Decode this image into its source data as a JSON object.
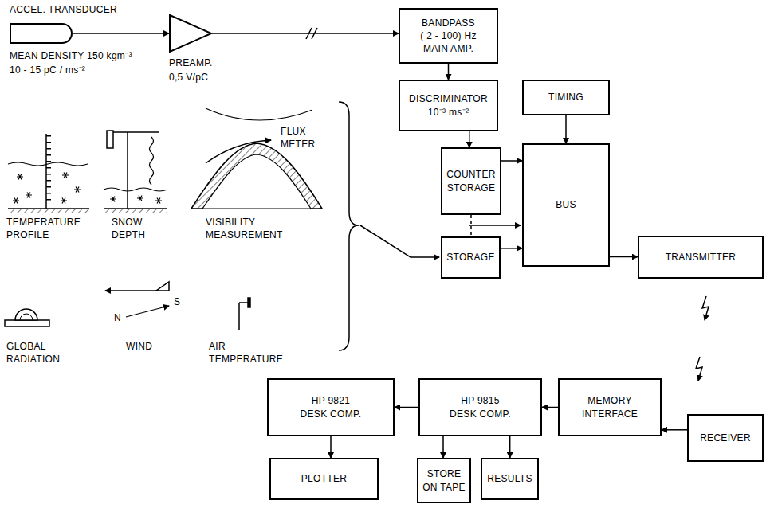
{
  "diagram": {
    "nodes": [
      {
        "text": [
          "ACCEL. TRANSDUCER",
          "MEAN DENSITY 150 kgm⁻³",
          "10 - 15 pC / ms⁻²"
        ]
      },
      {
        "text": [
          "PREAMP.",
          "0,5 V/pC"
        ]
      },
      {
        "text": [
          "BANDPASS",
          "( 2 - 100) Hz",
          "MAIN AMP."
        ]
      },
      {
        "text": [
          "DISCRIMINATOR",
          "10⁻³ ms⁻²"
        ]
      },
      {
        "text": [
          "TIMING"
        ]
      },
      {
        "text": [
          "COUNTER STORAGE"
        ]
      },
      {
        "text": [
          "BUS"
        ]
      },
      {
        "text": [
          "STORAGE"
        ]
      },
      {
        "text": [
          "TRANSMITTER"
        ]
      },
      {
        "text": [
          "RECEIVER"
        ]
      },
      {
        "text": [
          "MEMORY INTERFACE"
        ]
      },
      {
        "text": [
          "HP 9815",
          "DESK COMP."
        ]
      },
      {
        "text": [
          "HP 9821",
          "DESK COMP."
        ]
      },
      {
        "text": [
          "PLOTTER"
        ]
      },
      {
        "text": [
          "STORE ON TAPE"
        ]
      },
      {
        "text": [
          "RESULTS"
        ]
      }
    ],
    "edges": [
      {
        "from": 0,
        "to": 1,
        "arrow": "to"
      },
      {
        "from": 1,
        "to": 2,
        "arrow": "to"
      },
      {
        "from": 2,
        "to": 3,
        "arrow": "to"
      },
      {
        "from": 3,
        "to": 5,
        "arrow": "to"
      },
      {
        "from": 4,
        "to": 6,
        "arrow": "to"
      },
      {
        "from": 5,
        "to": 6,
        "arrow": "to"
      },
      {
        "from": 5,
        "to": 7,
        "arrow": "none"
      },
      {
        "from": 7,
        "to": 6,
        "arrow": "to"
      },
      {
        "from": 6,
        "to": 8,
        "arrow": "to"
      },
      {
        "from": 9,
        "to": 10,
        "arrow": "to"
      },
      {
        "from": 10,
        "to": 11,
        "arrow": "to"
      },
      {
        "from": 11,
        "to": 12,
        "arrow": "to"
      },
      {
        "from": 12,
        "to": 13,
        "arrow": "to"
      },
      {
        "from": 11,
        "to": 14,
        "arrow": "to"
      },
      {
        "from": 11,
        "to": 15,
        "arrow": "to"
      }
    ],
    "labels": [
      "TEMPERATURE PROFILE",
      "SNOW DEPTH",
      "VISIBILITY MEASUREMENT",
      "FLUX METER",
      "GLOBAL RADIATION",
      "WIND",
      "AIR TEMPERATURE",
      "N",
      "S"
    ]
  }
}
